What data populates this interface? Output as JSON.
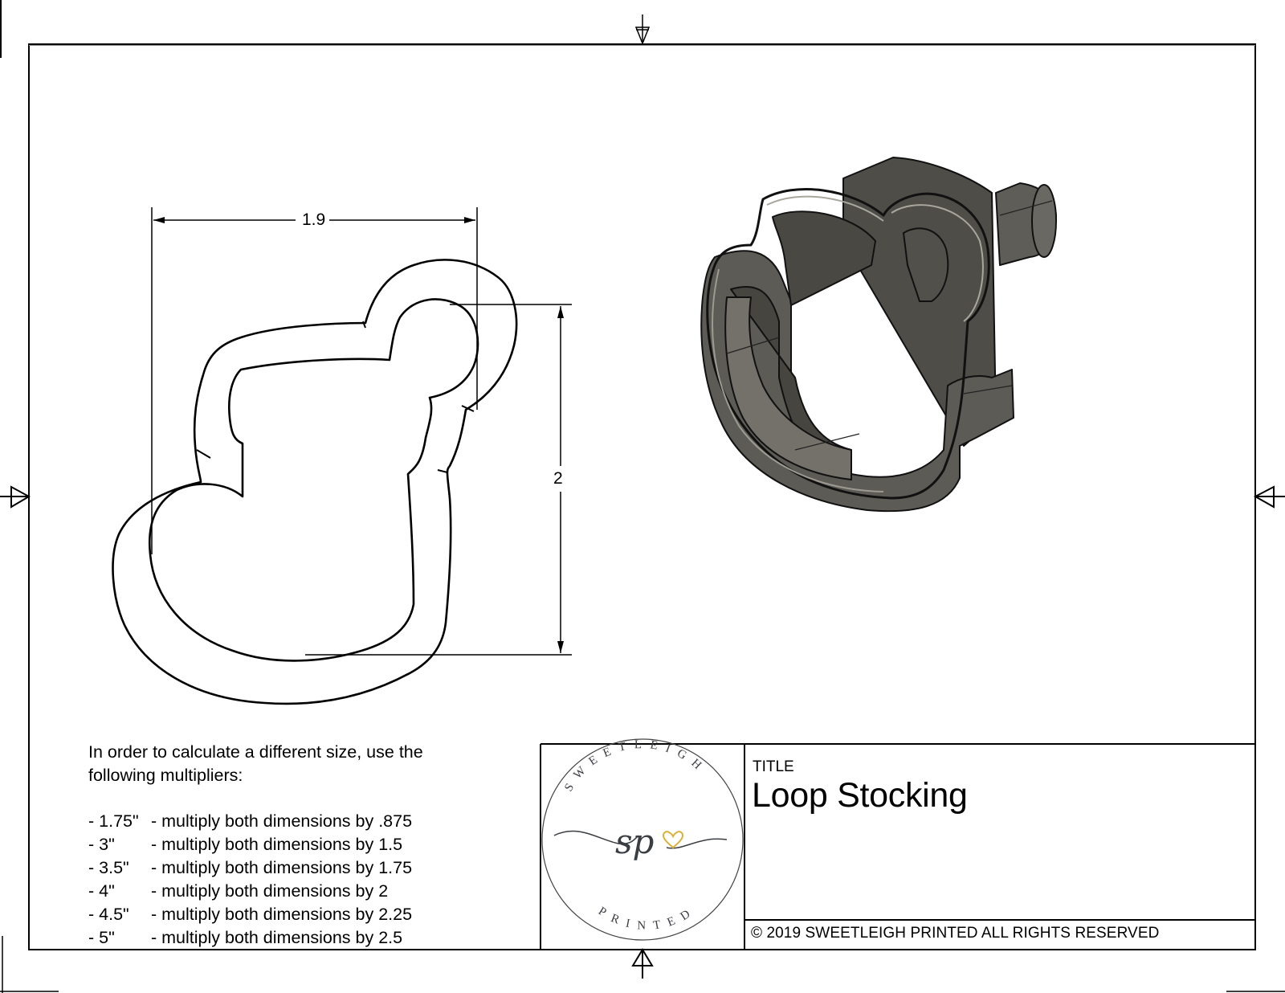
{
  "drawing": {
    "title_label": "TITLE",
    "title": "Loop Stocking",
    "copyright": "© 2019  SWEETLEIGH PRINTED  ALL RIGHTS RESERVED",
    "logo": {
      "top_text": "SWEETLEIGH",
      "bottom_text": "PRINTED",
      "monogram": "sp",
      "heart_color": "#d9b23a",
      "ink_color": "#3a3d42"
    }
  },
  "dimensions": {
    "width": "1.9",
    "height": "2"
  },
  "notes": {
    "intro": "In order to calculate a different size, use the following multipliers:",
    "multipliers": [
      {
        "size": "- 1.75\"",
        "text": "- multiply both dimensions by .875"
      },
      {
        "size": "- 3\"",
        "text": "- multiply both dimensions by 1.5"
      },
      {
        "size": "- 3.5\"",
        "text": "- multiply both dimensions by 1.75"
      },
      {
        "size": "- 4\"",
        "text": "- multiply both dimensions by 2"
      },
      {
        "size": "- 4.5\"",
        "text": "- multiply both dimensions by 2.25"
      },
      {
        "size": "- 5\"",
        "text": "- multiply both dimensions by 2.5"
      }
    ]
  },
  "colors": {
    "border": "#000000",
    "model_fill": "#5d5b56",
    "model_dark": "#3f3d39",
    "model_light": "#8a877f"
  }
}
